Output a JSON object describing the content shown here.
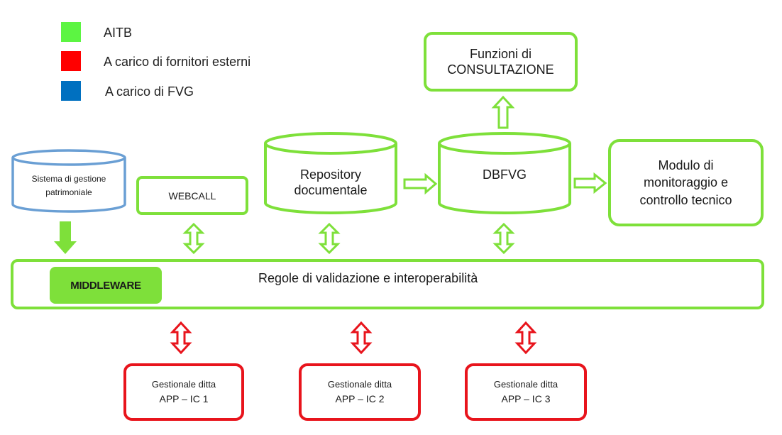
{
  "legend": [
    {
      "label": "AITB",
      "color": "#5cf542"
    },
    {
      "label": "A carico di fornitori esterni",
      "color": "#ff0000"
    },
    {
      "label": "A carico di FVG",
      "color": "#0070c0"
    }
  ],
  "nodes": {
    "consultazione": {
      "line1": "Funzioni di",
      "line2": "CONSULTAZIONE"
    },
    "sistema_gestione": {
      "line1": "Sistema di gestione",
      "line2": "patrimoniale"
    },
    "webcall": {
      "label": "WEBCALL"
    },
    "repository": {
      "line1": "Repository",
      "line2": "documentale"
    },
    "dbfvg": {
      "label": "DBFVG"
    },
    "monitoraggio": {
      "line1": "Modulo di",
      "line2": "monitoraggio e",
      "line3": "controllo tecnico"
    },
    "middleware": {
      "label": "MIDDLEWARE",
      "description": "Regole di validazione e interoperabilità"
    },
    "gestionali": [
      {
        "line1": "Gestionale ditta",
        "line2": "APP – IC 1"
      },
      {
        "line1": "Gestionale ditta",
        "line2": "APP – IC 2"
      },
      {
        "line1": "Gestionale ditta",
        "line2": "APP – IC 3"
      }
    ]
  },
  "colors": {
    "aitb_green": "#7ee03a",
    "external_red": "#e8141c",
    "fvg_blue": "#6a9fd4"
  }
}
